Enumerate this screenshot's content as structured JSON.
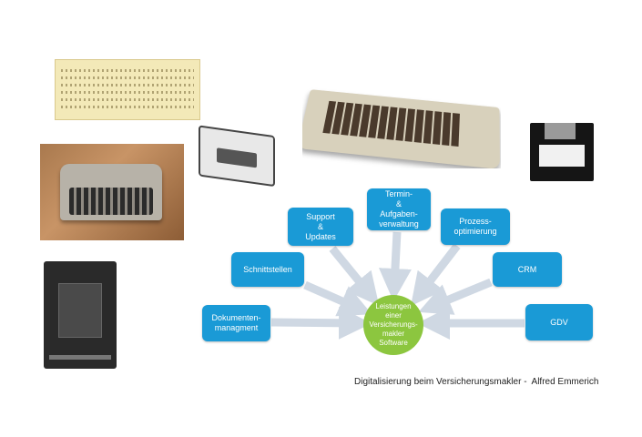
{
  "diagram": {
    "center": "Leistungen\neiner\nVersicherungs-\nmakler\nSoftware",
    "nodes": [
      {
        "id": "termin",
        "label": "Termin-\n&\nAufgaben-\nverwaltung"
      },
      {
        "id": "support",
        "label": "Support\n&\nUpdates"
      },
      {
        "id": "prozess",
        "label": "Prozess-\noptimierung"
      },
      {
        "id": "schnittstellen",
        "label": "Schnittstellen"
      },
      {
        "id": "crm",
        "label": "CRM"
      },
      {
        "id": "dokumenten",
        "label": "Dokumenten-\nmanagment"
      },
      {
        "id": "gdv",
        "label": "GDV"
      }
    ]
  },
  "caption": "Digitalisierung beim Versicherungsmakler -  Alfred Emmerich",
  "colors": {
    "box": "#1a9ad6",
    "center": "#8cc63f",
    "arrow": "#cfd8e3"
  },
  "photos": [
    "punch-card-image",
    "typewriter-image",
    "cassette-image",
    "c64-computer-image",
    "floppy-disk-image",
    "dictaphone-image"
  ]
}
